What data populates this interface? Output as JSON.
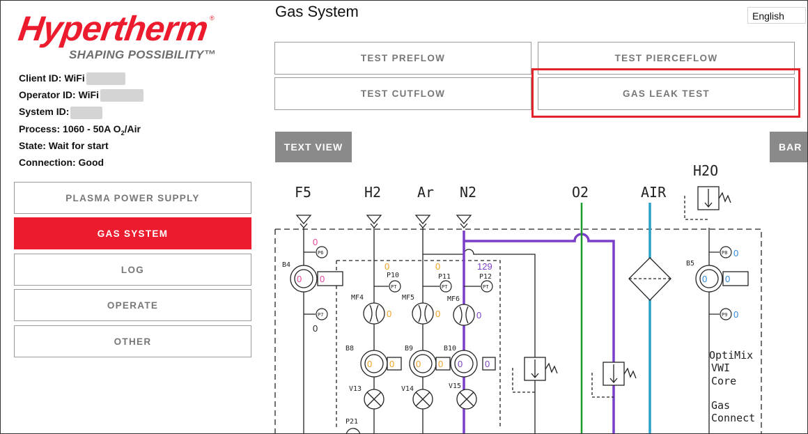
{
  "brand": {
    "name": "Hypertherm",
    "registered": "®",
    "tagline": "SHAPING POSSIBILITY™"
  },
  "info": {
    "client_label": "Client ID: WiFi",
    "operator_label": "Operator ID: WiFi",
    "system_label": "System ID:",
    "process_label": "Process: 1060 - 50A O",
    "process_sub": "2",
    "process_suffix": "/Air",
    "state_label": "State: Wait for start",
    "connection_label": "Connection: Good"
  },
  "nav": {
    "items": [
      {
        "label": "PLASMA POWER SUPPLY",
        "active": false
      },
      {
        "label": "GAS SYSTEM",
        "active": true
      },
      {
        "label": "LOG",
        "active": false
      },
      {
        "label": "OPERATE",
        "active": false
      },
      {
        "label": "OTHER",
        "active": false
      }
    ]
  },
  "header": {
    "title": "Gas System",
    "language": "English"
  },
  "tests": {
    "preflow": "TEST PREFLOW",
    "pierceflow": "TEST PIERCEFLOW",
    "cutflow": "TEST CUTFLOW",
    "leak": "GAS LEAK TEST"
  },
  "views": {
    "text_view": "TEXT VIEW",
    "bar": "BAR"
  },
  "colors": {
    "accent": "#ec1c2e",
    "highlight": "#e3222c",
    "n2_line": "#7a3fc8",
    "o2_line": "#1a9a2a",
    "air_line": "#2aa0c8",
    "value_pink": "#e8449a",
    "value_orange": "#f0a020",
    "value_blue": "#2a88e0"
  },
  "diagram": {
    "gases": {
      "f5": "F5",
      "h2": "H2",
      "ar": "Ar",
      "n2": "N2",
      "o2": "O2",
      "air": "AIR",
      "h2o": "H2O"
    },
    "labels": {
      "b4": "B4",
      "b5": "B5",
      "b8": "B8",
      "b9": "B9",
      "b10": "B10",
      "mf4": "MF4",
      "mf5": "MF5",
      "mf6": "MF6",
      "p10": "P10",
      "p11": "P11",
      "p12": "P12",
      "v13": "V13",
      "v14": "V14",
      "v15": "V15",
      "p21": "P21",
      "pt": "PT",
      "p6": "P6",
      "p7": "P7",
      "p8": "P8",
      "p9": "P9",
      "optimix1": "OptiMix",
      "optimix2": "VWI",
      "optimix3": "Core",
      "gas1": "Gas",
      "gas2": "Connect"
    },
    "values": {
      "f5_top": "0",
      "f5_bottom": "0",
      "b4_gauge": "0",
      "b4_box": "0",
      "h2_p10": "0",
      "ar_p11": "0",
      "n2_p12": "129",
      "mf4": "0",
      "mf5": "0",
      "mf6": "0",
      "b8_gauge": "0",
      "b8_box": "0",
      "b9_gauge": "0",
      "b9_box": "0",
      "b10_gauge": "0",
      "b10_box": "0",
      "p8": "0",
      "b5_gauge": "0",
      "b5_box": "0",
      "p9": "0"
    }
  }
}
